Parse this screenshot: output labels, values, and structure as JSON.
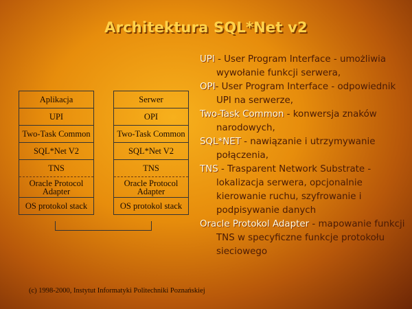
{
  "title": "Architektura SQL*Net v2",
  "left_stack": [
    "Aplikacja",
    "UPI",
    "Two-Task Common",
    "SQL*Net V2",
    "TNS",
    "Oracle Protocol Adapter",
    "OS protokol stack"
  ],
  "right_stack": [
    "Serwer",
    "OPI",
    "Two-Task Common",
    "SQL*Net V2",
    "TNS",
    "Oracle Protocol Adapter",
    "OS protokol stack"
  ],
  "definitions": [
    {
      "term": "UPI",
      "desc": " - User Program Interface - umożliwia wywołanie funkcji serwera,"
    },
    {
      "term": "OPI",
      "desc": "- User Program Interface - odpowiednik UPI na serwerze,"
    },
    {
      "term": "Two-Task Common",
      "desc": " - konwersja znaków narodowych,"
    },
    {
      "term": "SQL*NET",
      "desc": " - nawiązanie i utrzymywanie połączenia,"
    },
    {
      "term": "TNS",
      "desc": " - Trasparent Network Substrate - lokalizacja serwera, opcjonalnie kierowanie ruchu, szyfrowanie i podpisywanie danych"
    },
    {
      "term": "Oracle Protokol Adapter",
      "desc": " - mapowanie funkcji TNS w specyficzne funkcje protokołu sieciowego"
    }
  ],
  "footer": "(c) 1998-2000, Instytut Informatyki Politechniki Poznańskiej"
}
